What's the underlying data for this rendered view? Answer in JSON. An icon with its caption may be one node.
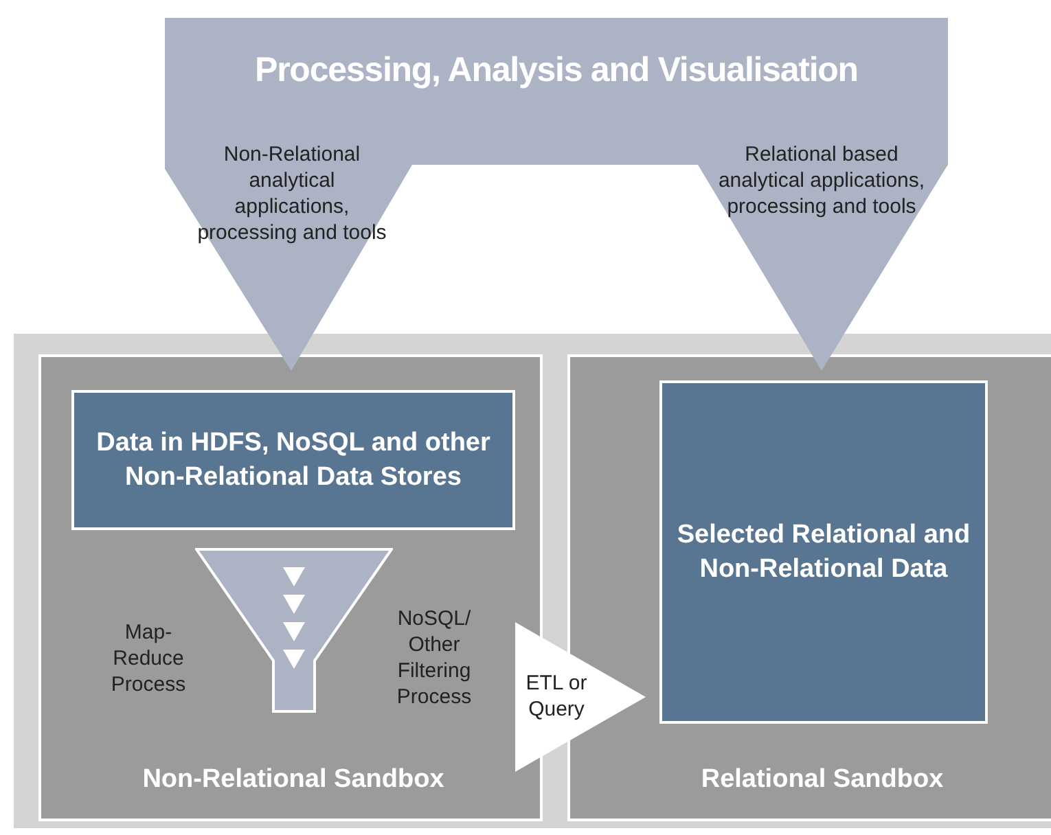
{
  "diagram": {
    "nodes": [
      {
        "text": [
          "Processing, Analysis and Visualisation",
          "Non-Relational analytical applications, processing and tools",
          "Relational based analytical applications, processing and tools"
        ]
      },
      {
        "text": [
          "Non-Relational Sandbox"
        ]
      },
      {
        "text": [
          "Data in HDFS, NoSQL and other Non-Relational Data Stores"
        ],
        "in": 1
      },
      {
        "text": [],
        "shape": "funnel",
        "in": 1,
        "beside": [
          "Map-Reduce Process",
          "NoSQL/ Other Filtering Process"
        ]
      },
      {
        "text": [
          "ETL or Query"
        ]
      },
      {
        "text": [
          "Relational Sandbox"
        ]
      },
      {
        "text": [
          "Selected Relational and Non-Relational Data"
        ],
        "in": 5
      }
    ]
  }
}
